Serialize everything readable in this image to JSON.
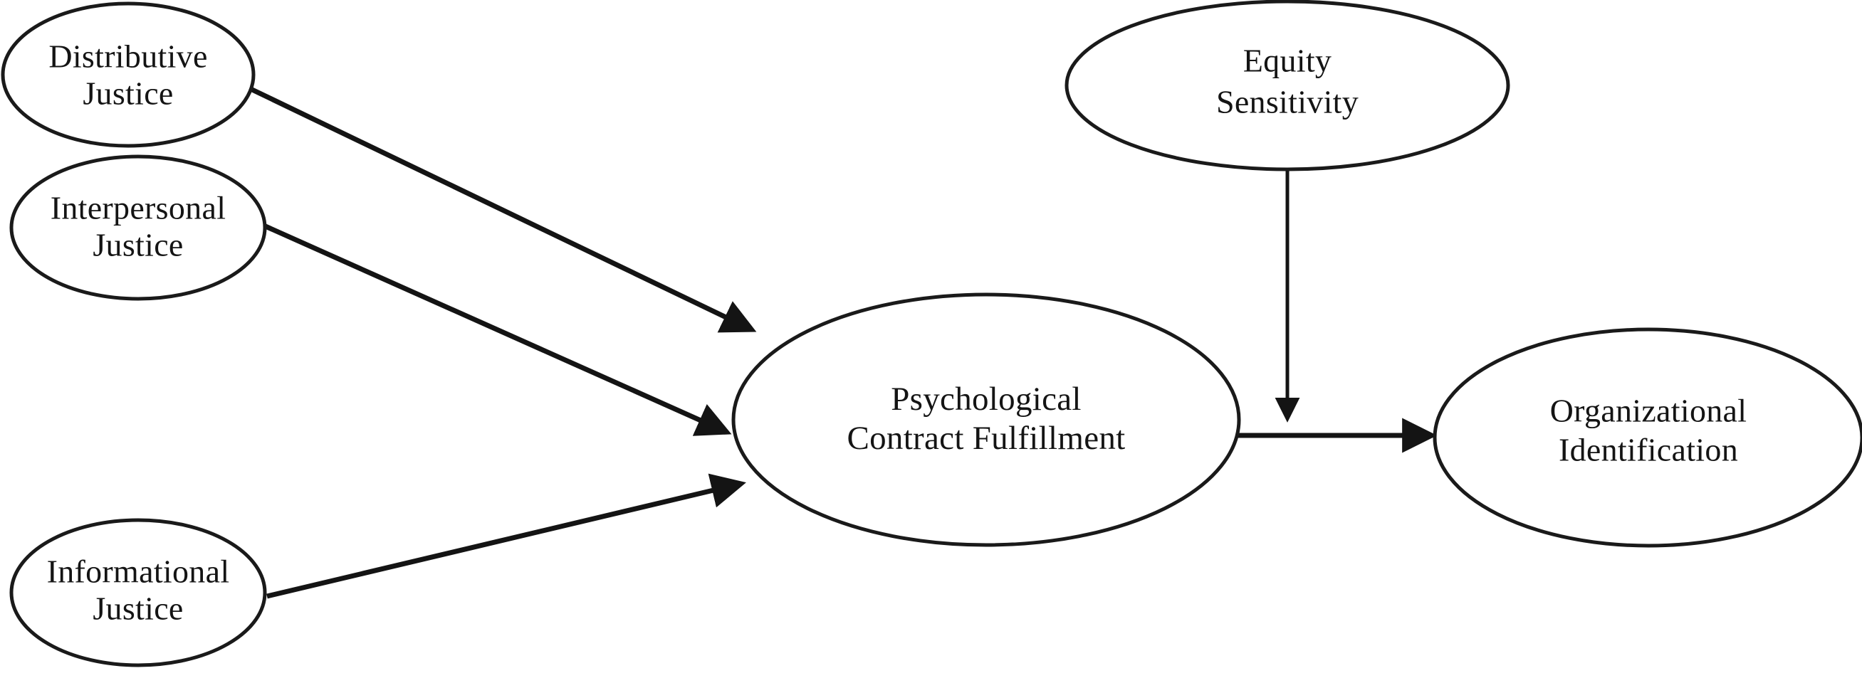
{
  "figure": {
    "type": "path-model-diagram",
    "background_color": "#ffffff",
    "line_color": "#141414",
    "node_fill": "#ffffff"
  },
  "nodes": [
    {
      "id": "distributive-justice",
      "line1": "Distributive",
      "line2": "Justice",
      "role": "predictor"
    },
    {
      "id": "interpersonal-justice",
      "line1": "Interpersonal",
      "line2": "Justice",
      "role": "predictor"
    },
    {
      "id": "informational-justice",
      "line1": "Informational",
      "line2": "Justice",
      "role": "predictor"
    },
    {
      "id": "psychological-contract-fulfillment",
      "line1": "Psychological",
      "line2": "Contract Fulfillment",
      "role": "mediator"
    },
    {
      "id": "equity-sensitivity",
      "line1": "Equity",
      "line2": "Sensitivity",
      "role": "moderator"
    },
    {
      "id": "organizational-identification",
      "line1": "Organizational",
      "line2": "Identification",
      "role": "outcome"
    }
  ],
  "edges": [
    {
      "id": "dj-to-pcf",
      "from": "distributive-justice",
      "to": "psychological-contract-fulfillment",
      "style": "solid-arrow"
    },
    {
      "id": "ipj-to-pcf",
      "from": "interpersonal-justice",
      "to": "psychological-contract-fulfillment",
      "style": "solid-arrow"
    },
    {
      "id": "ifj-to-pcf",
      "from": "informational-justice",
      "to": "psychological-contract-fulfillment",
      "style": "solid-arrow"
    },
    {
      "id": "pcf-to-oi",
      "from": "psychological-contract-fulfillment",
      "to": "organizational-identification",
      "style": "solid-arrow"
    },
    {
      "id": "es-to-pcf-oi-path",
      "from": "equity-sensitivity",
      "to": "pcf-to-oi",
      "style": "solid-arrow-moderation"
    }
  ]
}
